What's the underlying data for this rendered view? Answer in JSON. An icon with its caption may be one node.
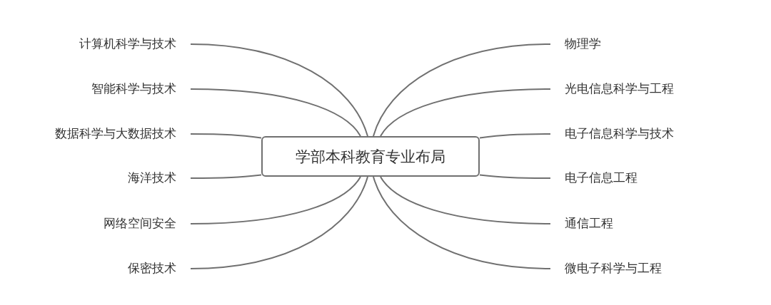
{
  "diagram": {
    "nodes": [
      {
        "text": [
          "学部本科教育专业布局"
        ]
      },
      {
        "text": [
          "计算机科学与技术"
        ]
      },
      {
        "text": [
          "智能科学与技术"
        ]
      },
      {
        "text": [
          "数据科学与大数据技术"
        ]
      },
      {
        "text": [
          "海洋技术"
        ]
      },
      {
        "text": [
          "网络空间安全"
        ]
      },
      {
        "text": [
          "保密技术"
        ]
      },
      {
        "text": [
          "物理学"
        ]
      },
      {
        "text": [
          "光电信息科学与工程"
        ]
      },
      {
        "text": [
          "电子信息科学与技术"
        ]
      },
      {
        "text": [
          "电子信息工程"
        ]
      },
      {
        "text": [
          "通信工程"
        ]
      },
      {
        "text": [
          "微电子科学与工程"
        ]
      }
    ],
    "edges": [
      {
        "from": 0,
        "to": 1,
        "arrow": "none"
      },
      {
        "from": 0,
        "to": 2,
        "arrow": "none"
      },
      {
        "from": 0,
        "to": 3,
        "arrow": "none"
      },
      {
        "from": 0,
        "to": 4,
        "arrow": "none"
      },
      {
        "from": 0,
        "to": 5,
        "arrow": "none"
      },
      {
        "from": 0,
        "to": 6,
        "arrow": "none"
      },
      {
        "from": 0,
        "to": 7,
        "arrow": "none"
      },
      {
        "from": 0,
        "to": 8,
        "arrow": "none"
      },
      {
        "from": 0,
        "to": 9,
        "arrow": "none"
      },
      {
        "from": 0,
        "to": 10,
        "arrow": "none"
      },
      {
        "from": 0,
        "to": 11,
        "arrow": "none"
      },
      {
        "from": 0,
        "to": 12,
        "arrow": "none"
      }
    ]
  }
}
